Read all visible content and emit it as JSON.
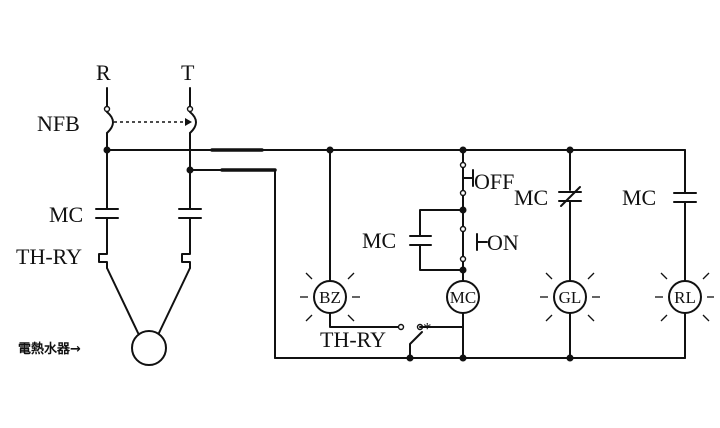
{
  "labels": {
    "phase_r": "R",
    "phase_t": "T",
    "nfb": "NFB",
    "mc_main": "MC",
    "thry_main": "TH-RY",
    "heater": "電熱水器→",
    "off": "OFF",
    "on": "ON",
    "mc_hold": "MC",
    "thry_ctrl": "TH-RY",
    "mc_gl": "MC",
    "mc_rl": "MC",
    "bz": "BZ",
    "mc_coil": "MC",
    "gl": "GL",
    "rl": "RL"
  },
  "icons": {
    "lamp": "lamp-icon",
    "contact_no": "normally-open-contact-icon",
    "contact_nc": "normally-closed-contact-icon",
    "switch": "pushbutton-icon"
  },
  "colors": {
    "line": "#111111",
    "background": "#ffffff"
  }
}
